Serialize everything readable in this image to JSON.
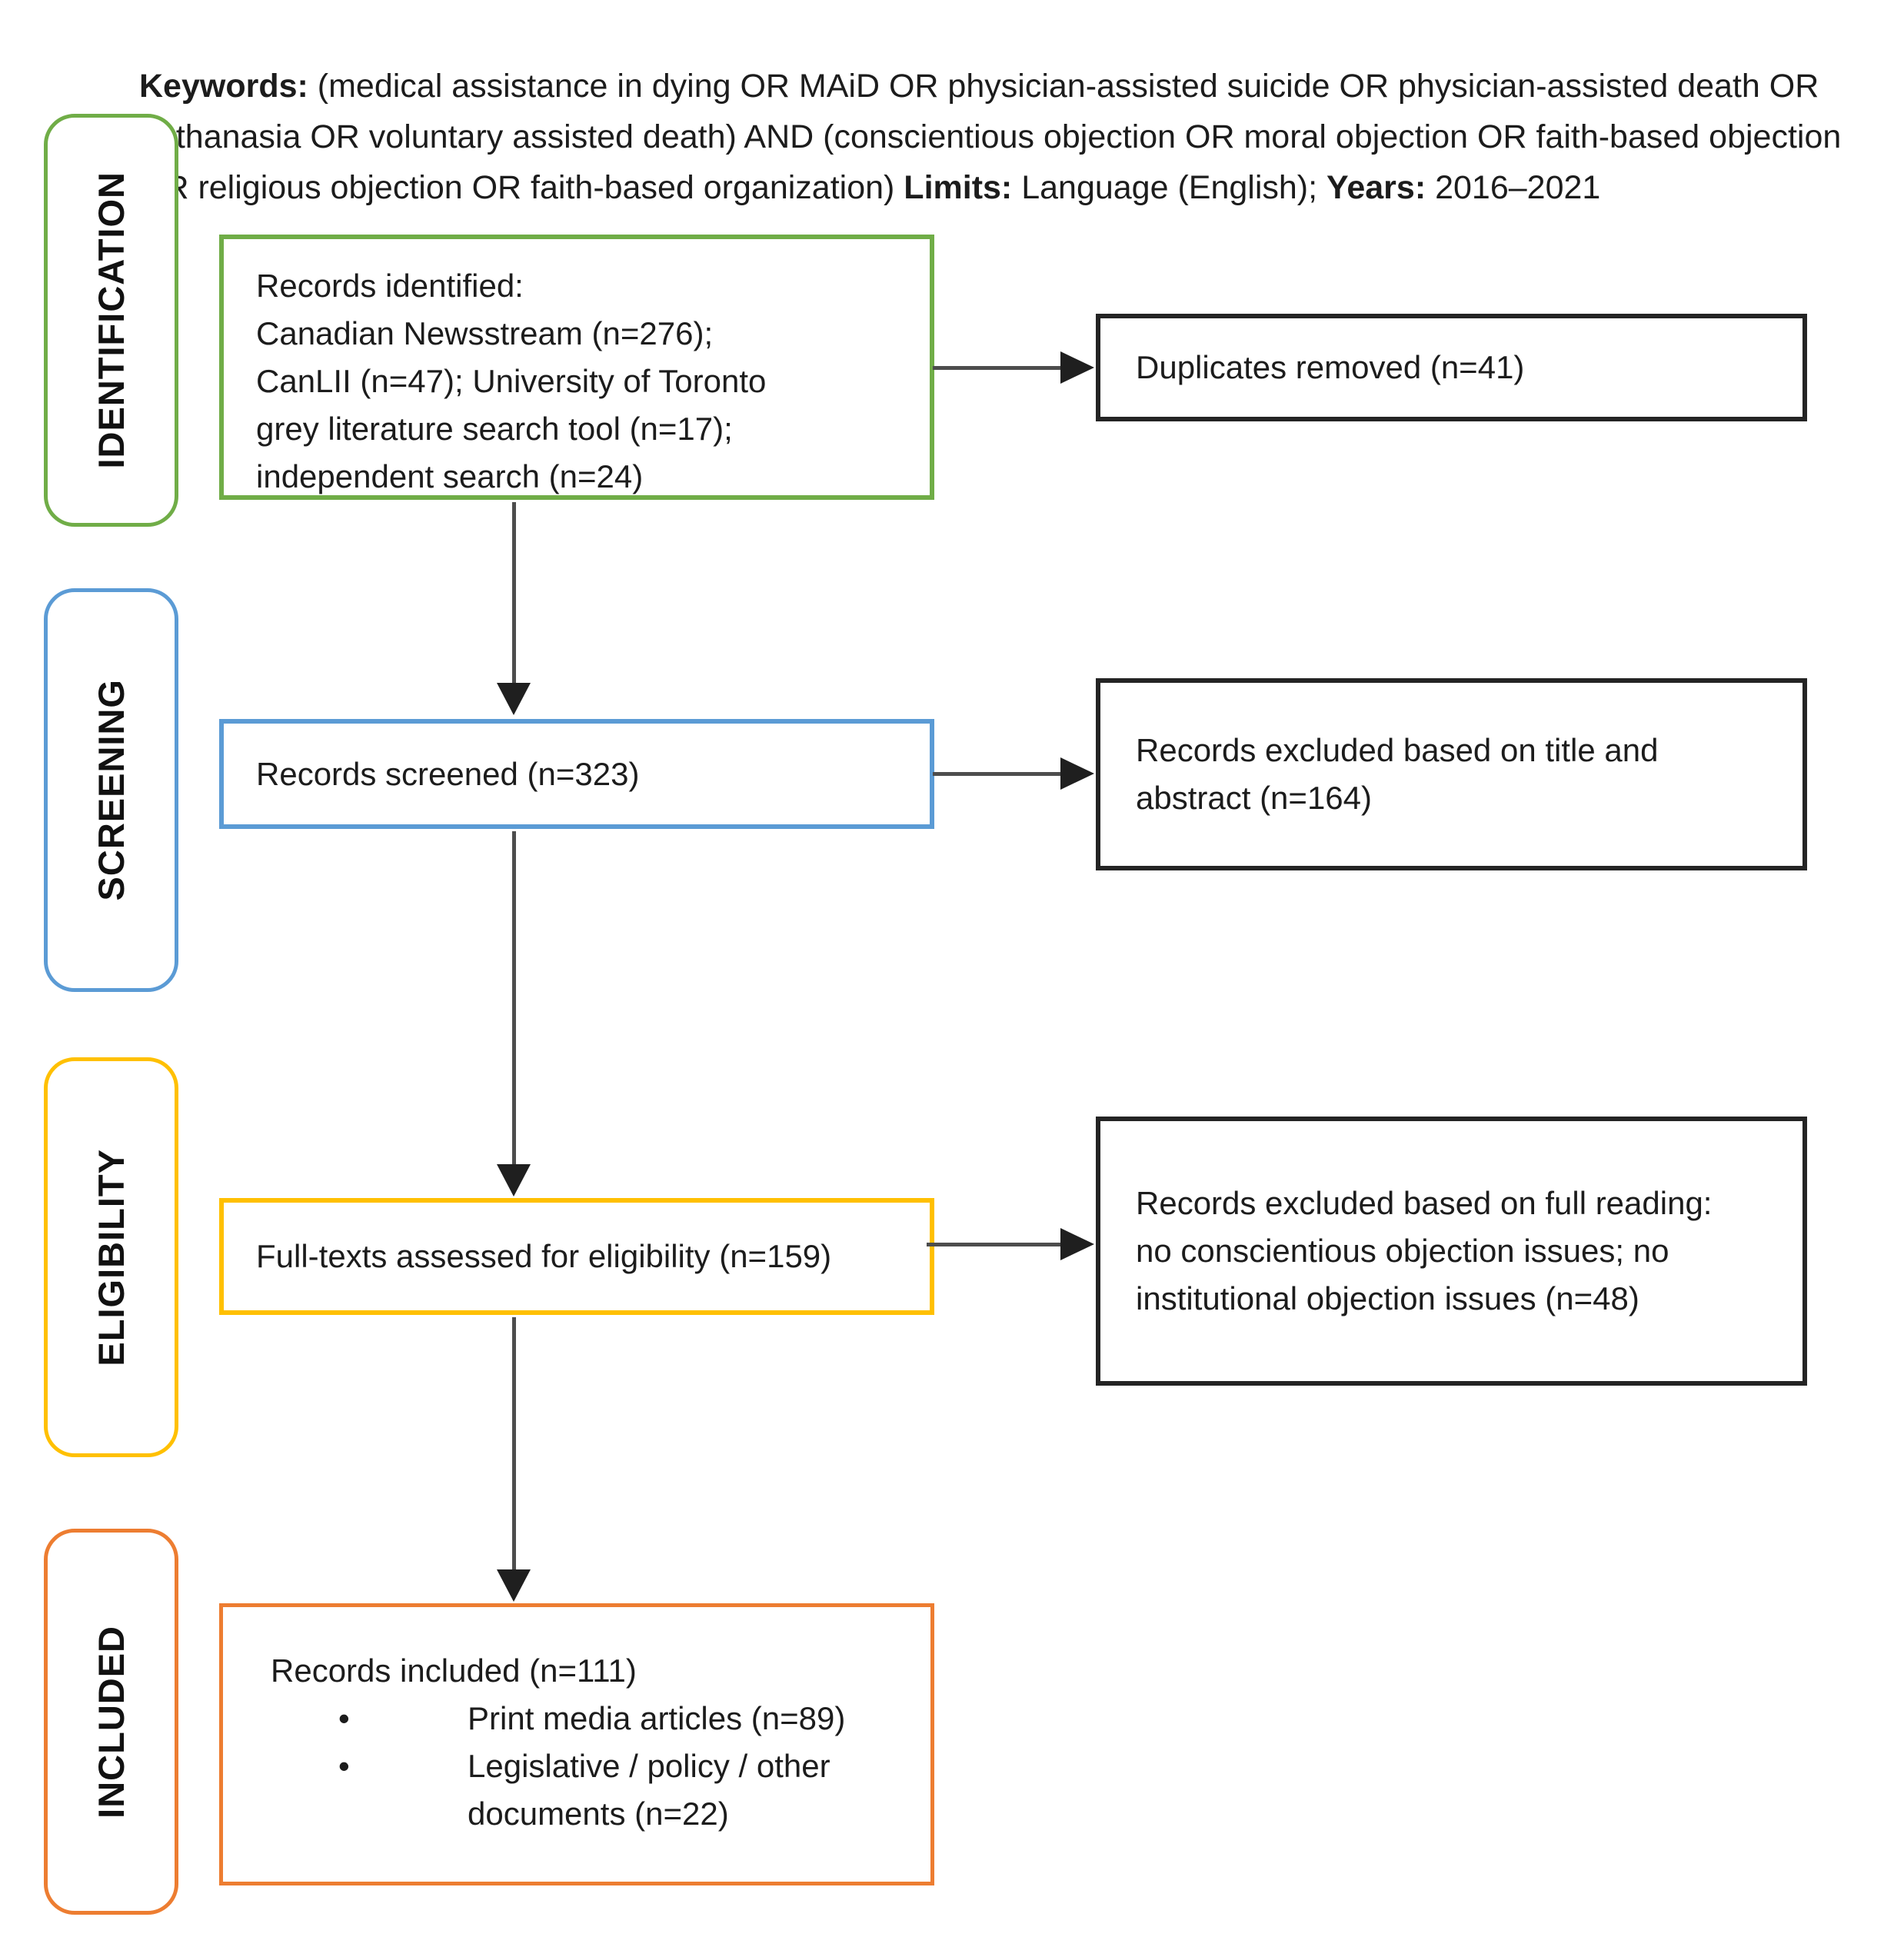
{
  "header": {
    "keywords_label": "Keywords:",
    "keywords_text": " (medical assistance in dying OR MAiD OR physician-assisted suicide OR physician-assisted death OR euthanasia OR voluntary assisted death) AND (conscientious objection OR moral objection OR faith-based objection OR religious objection OR faith-based organization) ",
    "limits_label": "Limits:",
    "limits_text": " Language (English); ",
    "years_label": "Years:",
    "years_text": " 2016–2021"
  },
  "stages": [
    {
      "label": "IDENTIFICATION",
      "color": "#70AD47"
    },
    {
      "label": "SCREENING",
      "color": "#5B9BD5"
    },
    {
      "label": "ELIGIBILITY",
      "color": "#FFC000"
    },
    {
      "label": "INCLUDED",
      "color": "#ED7D31"
    }
  ],
  "flow": {
    "identified": {
      "border_color": "#70AD47",
      "lines": [
        "Records identified:",
        "Canadian Newsstream (n=276);",
        "CanLII (n=47); University of Toronto",
        "grey literature search tool (n=17);",
        "independent search (n=24)"
      ]
    },
    "screened": {
      "border_color": "#5B9BD5",
      "text": "Records screened (n=323)"
    },
    "eligibility": {
      "border_color": "#FFC000",
      "text": "Full-texts assessed for eligibility (n=159)"
    },
    "included": {
      "border_color": "#ED7D31",
      "title": "Records included (n=111)",
      "bullet_glyph": "•",
      "bullets": [
        "Print media articles (n=89)",
        "Legislative / policy / other documents (n=22)"
      ]
    }
  },
  "exclusions": {
    "border_color": "#242424",
    "duplicates": {
      "lines": [
        "Duplicates removed (n=41)"
      ]
    },
    "title_abstract": {
      "lines": [
        "Records excluded based on title and",
        "abstract (n=164)"
      ]
    },
    "full_reading": {
      "lines": [
        "Records excluded based on full reading:",
        "no conscientious objection issues; no",
        "institutional objection issues (n=48)"
      ]
    }
  }
}
